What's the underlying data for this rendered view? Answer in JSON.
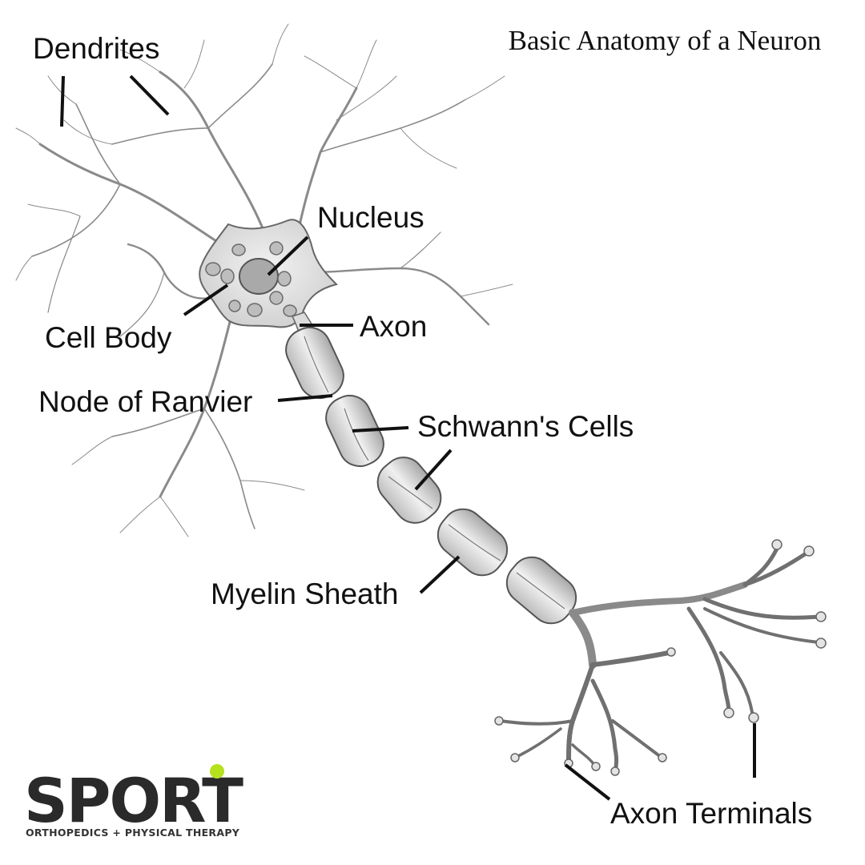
{
  "title": "Basic Anatomy of a Neuron",
  "labels": {
    "dendrites": "Dendrites",
    "nucleus": "Nucleus",
    "cell_body": "Cell Body",
    "axon": "Axon",
    "node_of_ranvier": "Node of Ranvier",
    "schwanns_cells": "Schwann's Cells",
    "myelin_sheath": "Myelin Sheath",
    "axon_terminals": "Axon Terminals"
  },
  "logo": {
    "wordmark": "SPORT",
    "tagline": "ORTHOPEDICS + PHYSICAL THERAPY",
    "accent_color": "#b5e21d",
    "text_color": "#2a2a2a"
  },
  "colors": {
    "line": "#111111",
    "neuron_stroke": "#555555",
    "neuron_fill": "#e6e6e6"
  }
}
